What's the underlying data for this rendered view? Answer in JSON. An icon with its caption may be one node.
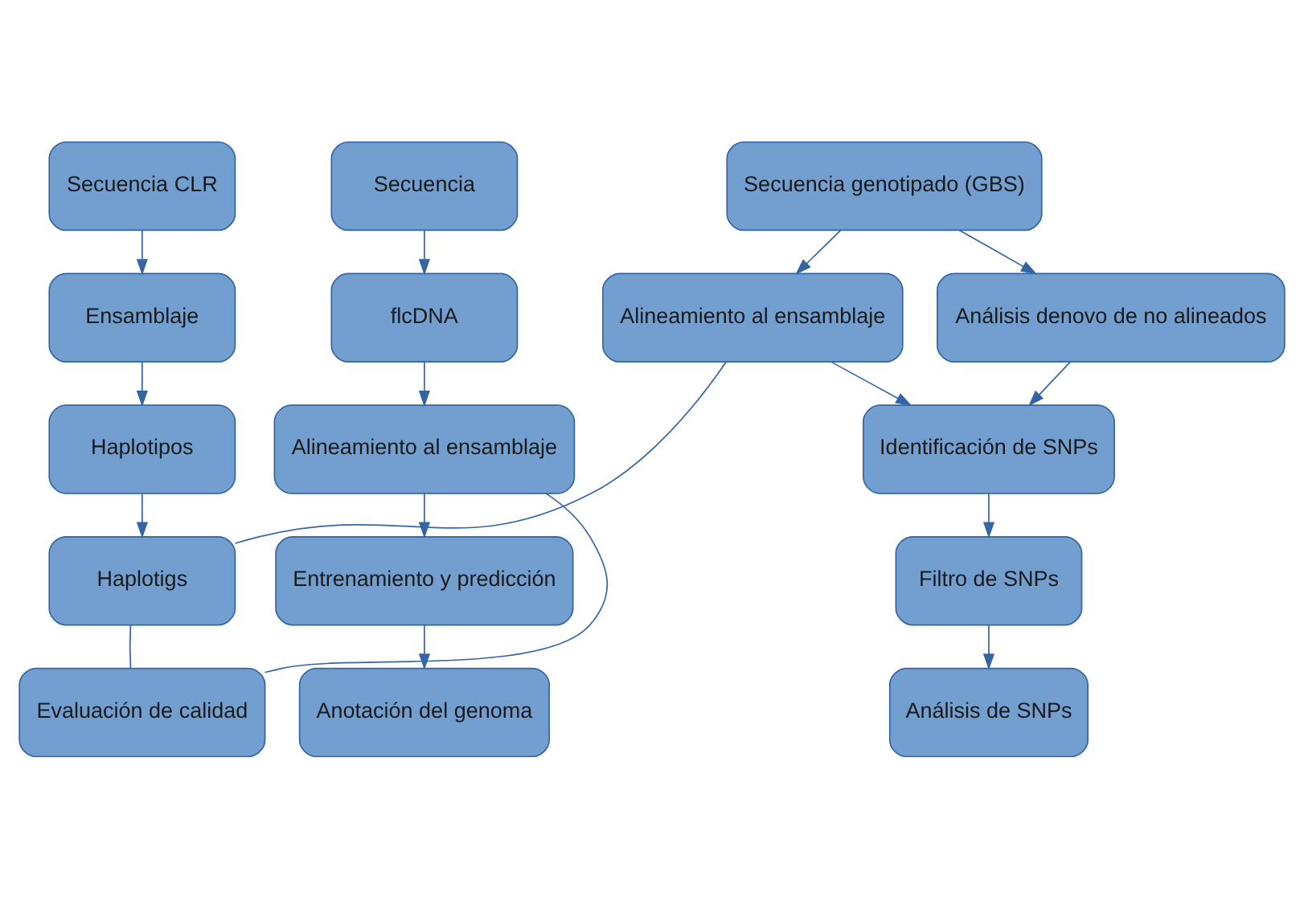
{
  "diagram": {
    "nodes": [
      {
        "text": [
          "Secuencia CLR"
        ]
      },
      {
        "text": [
          "Ensamblaje"
        ]
      },
      {
        "text": [
          "Haplotipos"
        ]
      },
      {
        "text": [
          "Haplotigs"
        ]
      },
      {
        "text": [
          "Secuencia"
        ]
      },
      {
        "text": [
          "flcDNA"
        ]
      },
      {
        "text": [
          "Alineamiento al ensamblaje"
        ]
      },
      {
        "text": [
          "Entrenamiento y predicción"
        ]
      },
      {
        "text": [
          "Anotación del genoma"
        ]
      },
      {
        "text": [
          "Evaluación de calidad"
        ]
      },
      {
        "text": [
          "Secuencia genotipado (GBS)"
        ]
      },
      {
        "text": [
          "Alineamiento al ensamblaje"
        ]
      },
      {
        "text": [
          "Análisis denovo de no alineados"
        ]
      },
      {
        "text": [
          "Identificación de SNPs"
        ]
      },
      {
        "text": [
          "Filtro de SNPs"
        ]
      },
      {
        "text": [
          "Análisis de SNPs"
        ]
      }
    ],
    "edges": [
      {
        "from": 0,
        "to": 1,
        "arrow": "to"
      },
      {
        "from": 1,
        "to": 2,
        "arrow": "to"
      },
      {
        "from": 2,
        "to": 3,
        "arrow": "to"
      },
      {
        "from": 3,
        "to": 9,
        "arrow": "none"
      },
      {
        "from": 3,
        "to": 11,
        "arrow": "none"
      },
      {
        "from": 4,
        "to": 5,
        "arrow": "to"
      },
      {
        "from": 5,
        "to": 6,
        "arrow": "to"
      },
      {
        "from": 6,
        "to": 7,
        "arrow": "to"
      },
      {
        "from": 7,
        "to": 8,
        "arrow": "to"
      },
      {
        "from": 6,
        "to": 9,
        "arrow": "none"
      },
      {
        "from": 10,
        "to": 11,
        "arrow": "to"
      },
      {
        "from": 10,
        "to": 12,
        "arrow": "to"
      },
      {
        "from": 11,
        "to": 13,
        "arrow": "to"
      },
      {
        "from": 12,
        "to": 13,
        "arrow": "to"
      },
      {
        "from": 13,
        "to": 14,
        "arrow": "to"
      },
      {
        "from": 14,
        "to": 15,
        "arrow": "to"
      }
    ]
  }
}
